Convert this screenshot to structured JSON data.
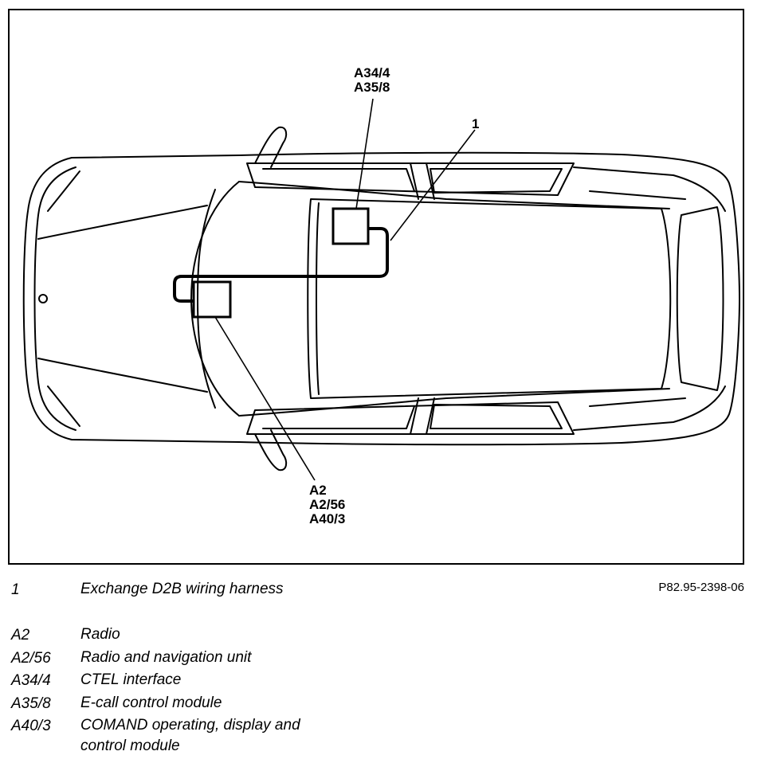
{
  "diagram": {
    "callouts": {
      "top": [
        "A34/4",
        "A35/8"
      ],
      "harness": "1",
      "bottom": [
        "A2",
        "A2/56",
        "A40/3"
      ]
    },
    "figure_ref": "P82.95-2398-06"
  },
  "legend": [
    {
      "code": "1",
      "desc": "Exchange D2B wiring harness"
    },
    {
      "code": "A2",
      "desc": "Radio"
    },
    {
      "code": "A2/56",
      "desc": "Radio and navigation unit"
    },
    {
      "code": "A34/4",
      "desc": "CTEL interface"
    },
    {
      "code": "A35/8",
      "desc": "E-call control module"
    },
    {
      "code": "A40/3",
      "desc": "COMAND operating, display and"
    },
    {
      "code": "",
      "desc": "control module"
    }
  ]
}
